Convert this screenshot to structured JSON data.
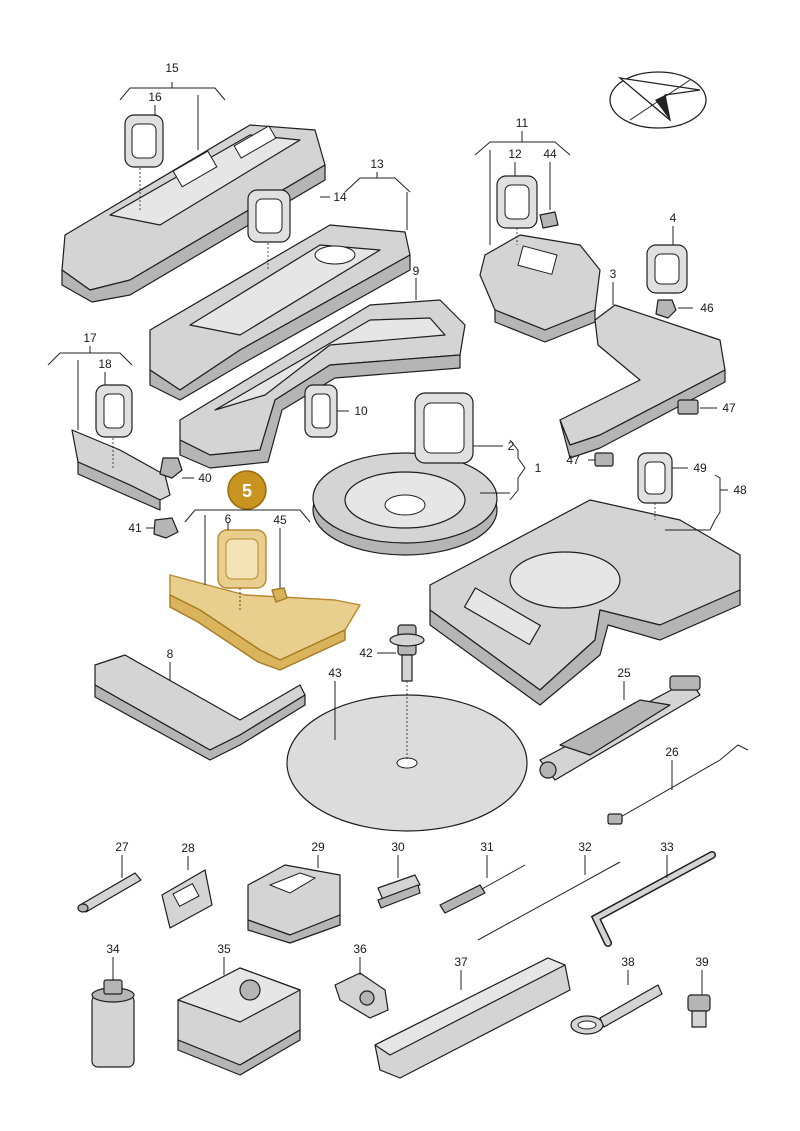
{
  "callouts": {
    "c1": "1",
    "c2": "2",
    "c3": "3",
    "c4": "4",
    "c6": "6",
    "c8": "8",
    "c9": "9",
    "c10": "10",
    "c11": "11",
    "c12": "12",
    "c13": "13",
    "c14": "14",
    "c15": "15",
    "c16": "16",
    "c17": "17",
    "c18": "18",
    "c25": "25",
    "c26": "26",
    "c27": "27",
    "c28": "28",
    "c29": "29",
    "c30": "30",
    "c31": "31",
    "c32": "32",
    "c33": "33",
    "c34": "34",
    "c35": "35",
    "c36": "36",
    "c37": "37",
    "c38": "38",
    "c39": "39",
    "c40": "40",
    "c41": "41",
    "c42": "42",
    "c43": "43",
    "c44": "44",
    "c45": "45",
    "c46": "46",
    "c47a": "47",
    "c47b": "47",
    "c48": "48",
    "c49": "49"
  },
  "highlight": {
    "badge": "5",
    "color": "#c9931f",
    "part_fill": "#e9cf8d"
  },
  "icons": {
    "direction": "arrow-direction-icon"
  }
}
